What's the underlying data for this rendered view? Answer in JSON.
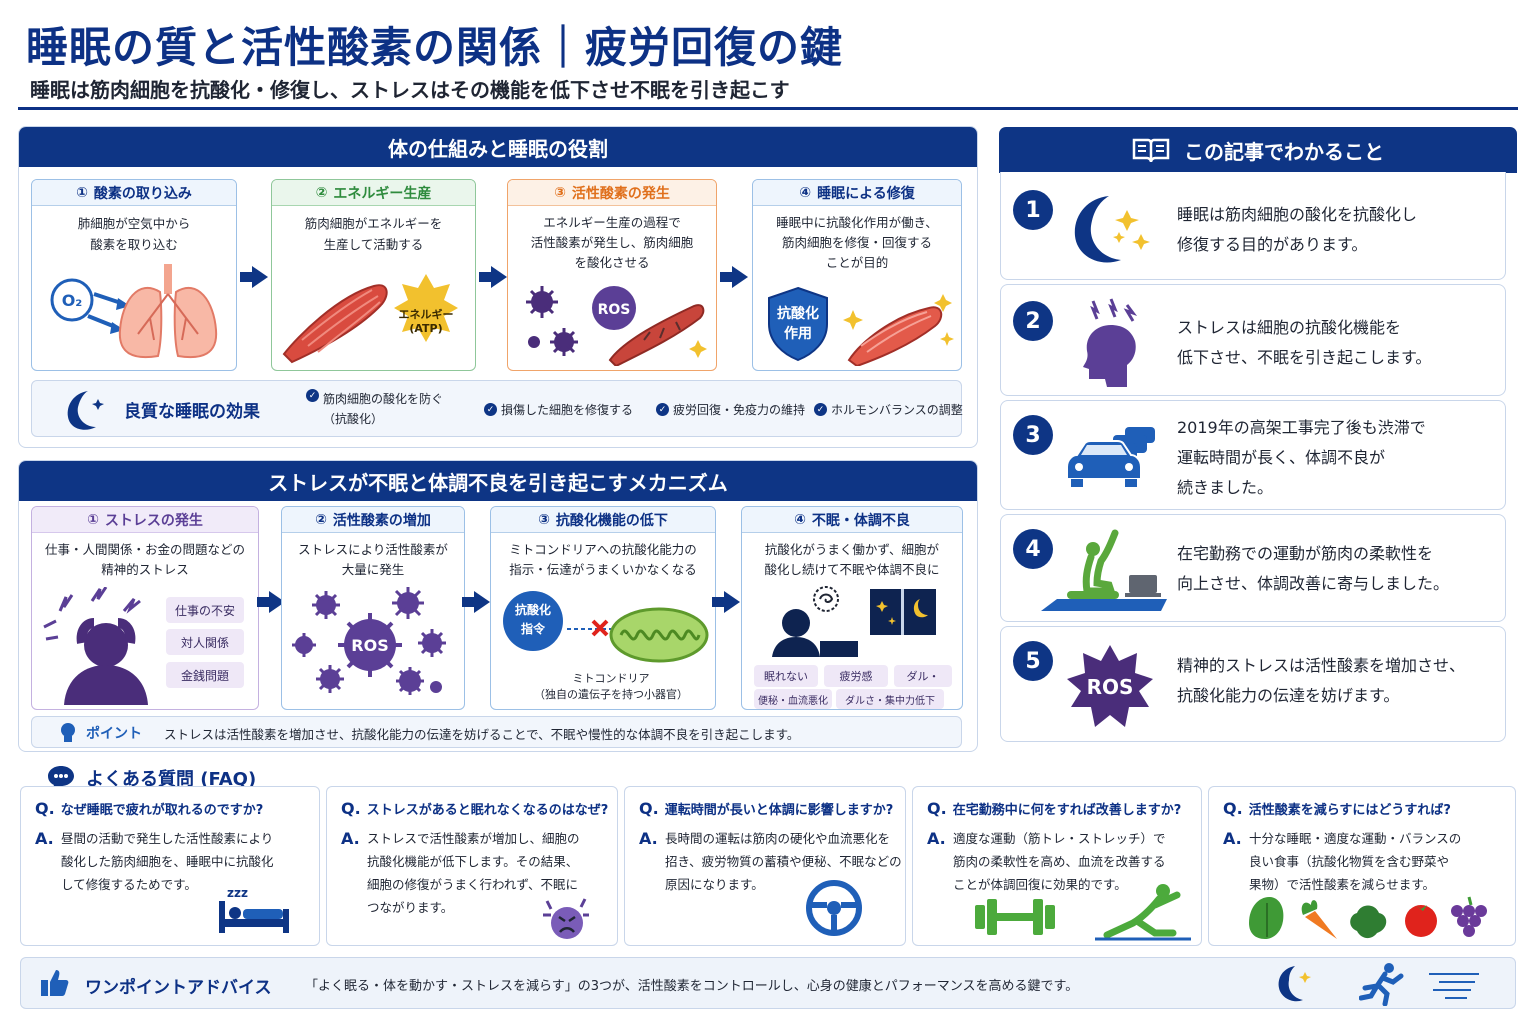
{
  "header": {
    "title": "睡眠の質と活性酸素の関係｜疲労回復の鍵",
    "subtitle": "睡眠は筋肉細胞を抗酸化・修復し、ストレスはその機能を低下させ不眠を引き起こす"
  },
  "mechanism": {
    "title": "体の仕組みと睡眠の役割",
    "steps": [
      {
        "num": "①",
        "title": "酸素の取り込み",
        "text": "肺細胞が空気中から\n酸素を取り込む",
        "icon_label": "O₂"
      },
      {
        "num": "②",
        "title": "エネルギー生産",
        "text": "筋肉細胞がエネルギーを\n生産して活動する",
        "icon_label": "エネルギー\n(ATP)"
      },
      {
        "num": "③",
        "title": "活性酸素の発生",
        "text": "エネルギー生産の過程で\n活性酸素が発生し、筋肉細胞\nを酸化させる",
        "icon_label": "ROS"
      },
      {
        "num": "④",
        "title": "睡眠による修復",
        "text": "睡眠中に抗酸化作用が働き、\n筋肉細胞を修復・回復する\nことが目的",
        "icon_label": "抗酸化\n作用"
      }
    ],
    "benefits": {
      "label": "良質な睡眠の効果",
      "items": [
        "筋肉細胞の酸化を防ぐ\n（抗酸化）",
        "損傷した細胞を修復する",
        "疲労回復・免疫力の維持",
        "ホルモンバランスの調整"
      ]
    }
  },
  "stress": {
    "title": "ストレスが不眠と体調不良を引き起こすメカニズム",
    "steps": [
      {
        "num": "①",
        "title": "ストレスの発生",
        "text": "仕事・人間関係・お金の問題などの\n精神的ストレス",
        "tags": [
          "仕事の不安",
          "対人関係",
          "金銭問題"
        ]
      },
      {
        "num": "②",
        "title": "活性酸素の増加",
        "text": "ストレスにより活性酸素が\n大量に発生",
        "icon_label": "ROS"
      },
      {
        "num": "③",
        "title": "抗酸化機能の低下",
        "text": "ミトコンドリアへの抗酸化能力の\n指示・伝達がうまくいかなくなる",
        "icon_label": "抗酸化\n指令",
        "caption": "ミトコンドリア\n（独自の遺伝子を持つ小器官）"
      },
      {
        "num": "④",
        "title": "不眠・体調不良",
        "text": "抗酸化がうまく働かず、細胞が\n酸化し続けて不眠や体調不良に",
        "tags": [
          "眠れない",
          "疲労感",
          "ダル・",
          "便秘・血流悪化",
          "ダルさ・集中力低下"
        ]
      }
    ],
    "point": {
      "label": "ポイント",
      "text": "ストレスは活性酸素を増加させ、抗酸化能力の伝達を妨げることで、不眠や慢性的な体調不良を引き起こします。"
    }
  },
  "summary": {
    "title": "この記事でわかること",
    "items": [
      {
        "num": "1",
        "text": "睡眠は筋肉細胞の酸化を抗酸化し\n修復する目的があります。"
      },
      {
        "num": "2",
        "text": "ストレスは細胞の抗酸化機能を\n低下させ、不眠を引き起こします。"
      },
      {
        "num": "3",
        "text": "2019年の高架工事完了後も渋滞で\n運転時間が長く、体調不良が\n続きました。"
      },
      {
        "num": "4",
        "text": "在宅勤務での運動が筋肉の柔軟性を\n向上させ、体調改善に寄与しました。"
      },
      {
        "num": "5",
        "text": "精神的ストレスは活性酸素を増加させ、\n抗酸化能力の伝達を妨げます。",
        "icon_label": "ROS"
      }
    ]
  },
  "faq": {
    "title": "よくある質問 (FAQ)",
    "q_mark": "Q.",
    "a_mark": "A.",
    "items": [
      {
        "q": "なぜ睡眠で疲れが取れるのですか?",
        "a": "昼間の活動で発生した活性酸素により\n酸化した筋肉細胞を、睡眠中に抗酸化\nして修復するためです。",
        "icon_label": "zzz"
      },
      {
        "q": "ストレスがあると眠れなくなるのはなぜ?",
        "a": "ストレスで活性酸素が増加し、細胞の\n抗酸化機能が低下します。その結果、\n細胞の修復がうまく行われず、不眠に\nつながります。"
      },
      {
        "q": "運転時間が長いと体調に影響しますか?",
        "a": "長時間の運転は筋肉の硬化や血流悪化を\n招き、疲労物質の蓄積や便秘、不眠などの\n原因になります。"
      },
      {
        "q": "在宅勤務中に何をすれば改善しますか?",
        "a": "適度な運動（筋トレ・ストレッチ）で\n筋肉の柔軟性を高め、血流を改善する\nことが体調回復に効果的です。"
      },
      {
        "q": "活性酸素を減らすにはどうすれば?",
        "a": "十分な睡眠・適度な運動・バランスの\n良い食事（抗酸化物質を含む野菜や\n果物）で活性酸素を減らせます。"
      }
    ]
  },
  "advice": {
    "label": "ワンポイントアドバイス",
    "text": "「よく眠る・体を動かす・ストレスを減らす」の3つが、活性酸素をコントロールし、心身の健康とパフォーマンスを高める鍵です。"
  },
  "colors": {
    "navy": "#0e3585",
    "blue_accent": "#1f5fb8",
    "orange_accent": "#e0701c",
    "green_accent": "#2e8b3d",
    "purple_accent": "#5b3f96",
    "muscle_red": "#d94b3f",
    "gold": "#f2c12e"
  }
}
